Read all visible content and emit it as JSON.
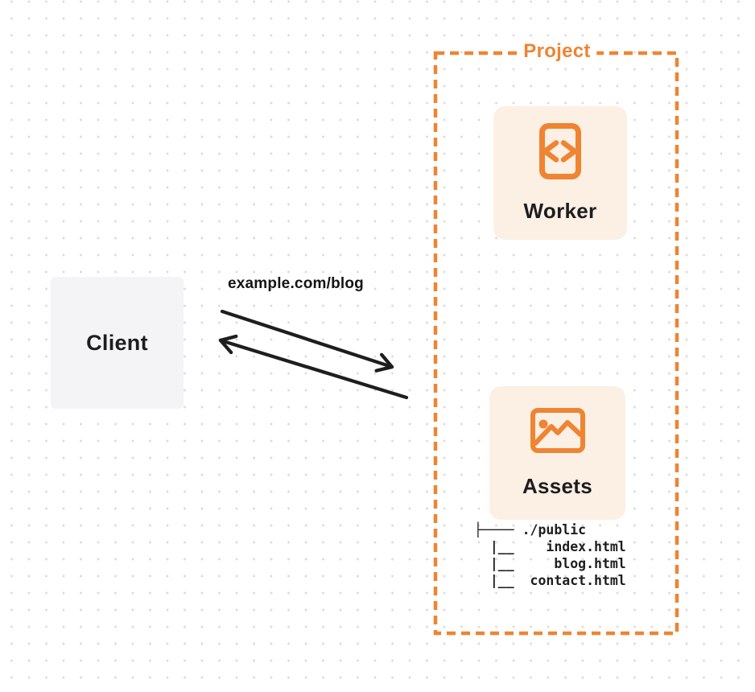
{
  "colors": {
    "accent_orange": "#ef8432",
    "card_background": "#fcf0e4",
    "client_background": "#f4f4f6",
    "ink": "#1d1d1f",
    "dot_grid": "#dbdbde"
  },
  "project": {
    "label": "Project"
  },
  "client": {
    "label": "Client"
  },
  "request": {
    "url_label": "example.com/blog"
  },
  "worker": {
    "label": "Worker",
    "icon": "code-file-icon"
  },
  "assets": {
    "label": "Assets",
    "icon": "image-icon",
    "file_tree": "├──── ./public\n  |__    index.html\n  |__     blog.html\n  |__  contact.html"
  }
}
